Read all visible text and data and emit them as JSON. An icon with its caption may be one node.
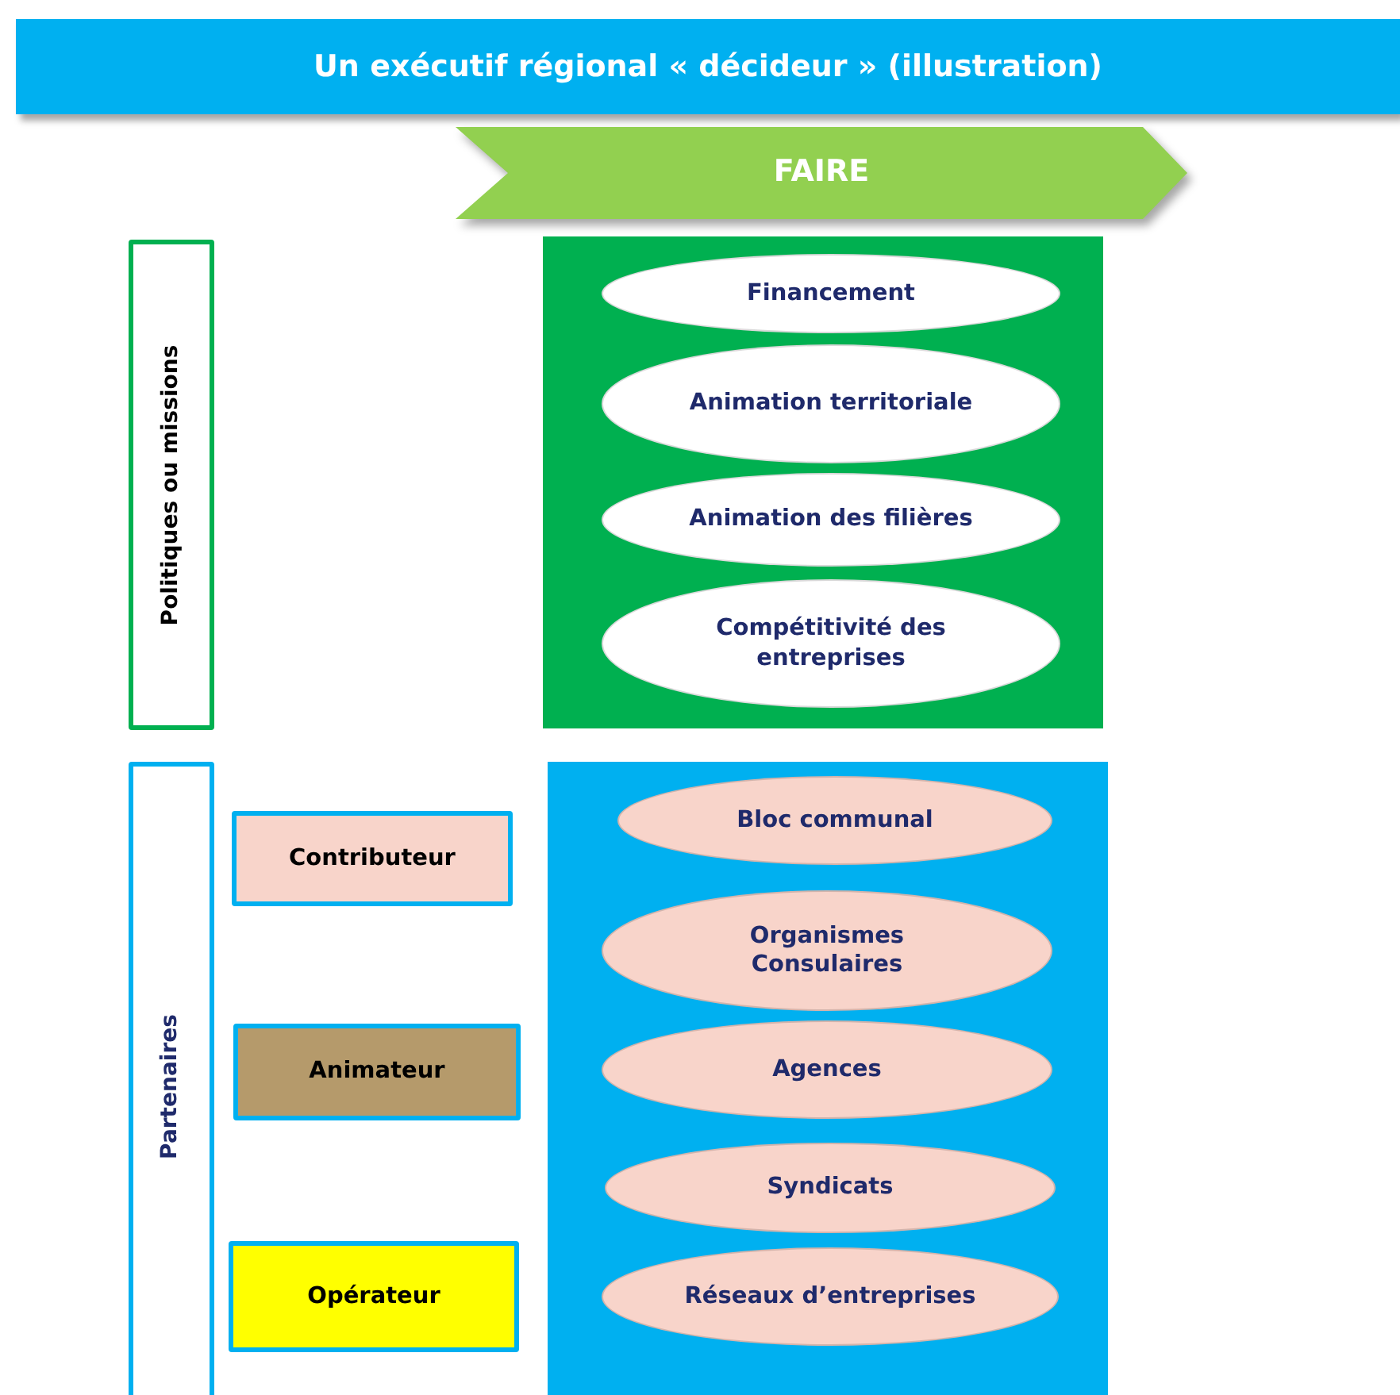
{
  "diagram": {
    "title": "Un exécutif régional « décideur » (illustration)",
    "nodes": [
      {
        "text": [
          "FAIRE"
        ]
      },
      {
        "text": [
          "Politiques ou missions"
        ]
      },
      {
        "text": [],
        "shape": "box"
      },
      {
        "text": [
          "Financement"
        ],
        "in": 2
      },
      {
        "text": [
          "Animation territoriale"
        ],
        "in": 2
      },
      {
        "text": [
          "Animation des filières"
        ],
        "in": 2
      },
      {
        "text": [
          "Compétitivité des entreprises"
        ],
        "in": 2
      },
      {
        "text": [
          "Partenaires"
        ]
      },
      {
        "text": [
          "Contributeur"
        ]
      },
      {
        "text": [],
        "shape": "box"
      },
      {
        "text": [
          "Bloc communal"
        ],
        "in": 9
      },
      {
        "text": [
          "Organismes Consulaires"
        ],
        "in": 9
      },
      {
        "text": [
          "Agences"
        ],
        "in": 9
      },
      {
        "text": [
          "Syndicats"
        ],
        "in": 9
      },
      {
        "text": [
          "Réseaux d’entreprises"
        ],
        "in": 9
      },
      {
        "text": [
          "Animateur"
        ]
      },
      {
        "text": [
          "Opérateur"
        ]
      }
    ]
  }
}
